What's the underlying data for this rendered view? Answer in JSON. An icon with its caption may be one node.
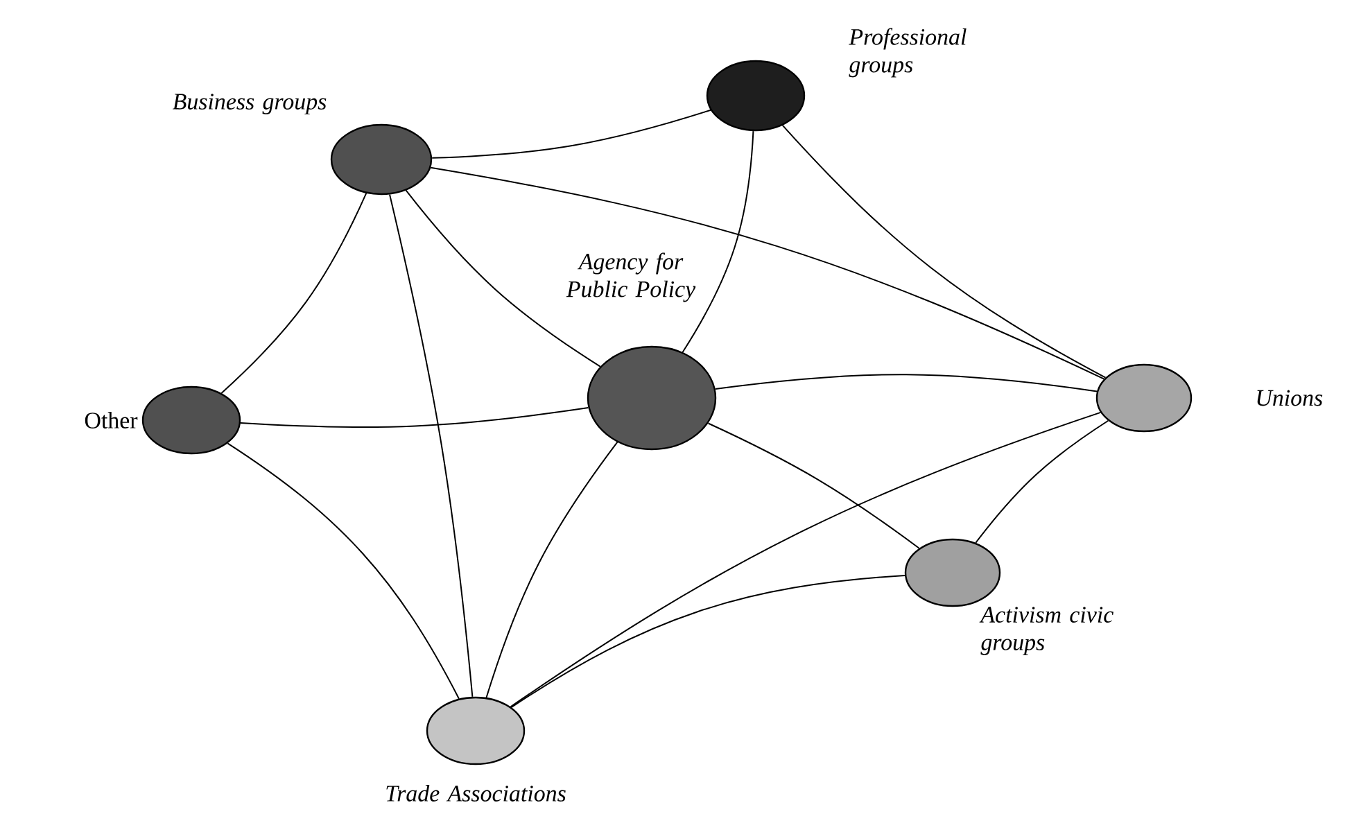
{
  "diagram": {
    "nodes": [
      {
        "text": [
          "Professional groups"
        ]
      },
      {
        "text": [
          "Business groups"
        ]
      },
      {
        "text": [
          "Agency for Public Policy"
        ]
      },
      {
        "text": [
          "Unions"
        ]
      },
      {
        "text": [
          "Other"
        ]
      },
      {
        "text": [
          "Activism civic groups"
        ]
      },
      {
        "text": [
          "Trade Associations"
        ]
      }
    ],
    "edges": [
      {
        "from": 1,
        "to": 0,
        "arrow": "none"
      },
      {
        "from": 1,
        "to": 3,
        "arrow": "none"
      },
      {
        "from": 1,
        "to": 4,
        "arrow": "none"
      },
      {
        "from": 1,
        "to": 6,
        "arrow": "none"
      },
      {
        "from": 1,
        "to": 2,
        "arrow": "none"
      },
      {
        "from": 0,
        "to": 2,
        "arrow": "none"
      },
      {
        "from": 0,
        "to": 3,
        "arrow": "none"
      },
      {
        "from": 4,
        "to": 2,
        "arrow": "none"
      },
      {
        "from": 4,
        "to": 6,
        "arrow": "none"
      },
      {
        "from": 2,
        "to": 3,
        "arrow": "none"
      },
      {
        "from": 2,
        "to": 5,
        "arrow": "none"
      },
      {
        "from": 2,
        "to": 6,
        "arrow": "none"
      },
      {
        "from": 3,
        "to": 5,
        "arrow": "none"
      },
      {
        "from": 3,
        "to": 6,
        "arrow": "none"
      },
      {
        "from": 5,
        "to": 6,
        "arrow": "none"
      }
    ]
  }
}
